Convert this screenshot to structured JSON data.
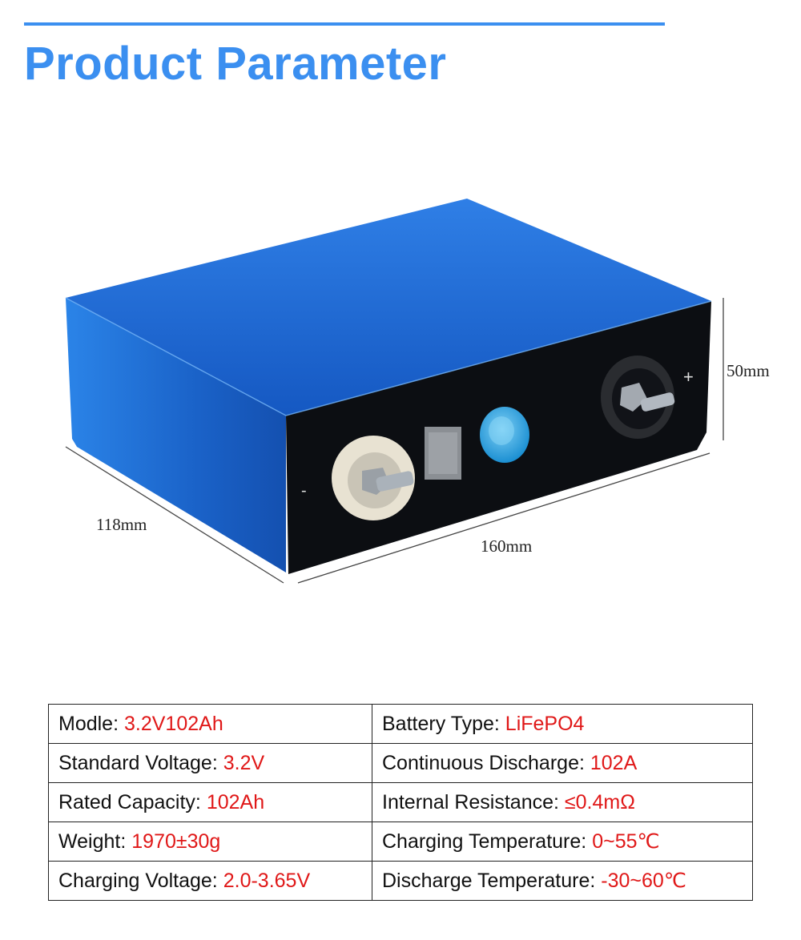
{
  "header": {
    "title": "Product Parameter",
    "accent_color": "#3b8ff0"
  },
  "illustration": {
    "subject": "prismatic LiFePO4 battery cell",
    "dimensions": {
      "length": "160mm",
      "width": "118mm",
      "height": "50mm"
    },
    "terminal_labels": {
      "negative": "-",
      "positive": "+"
    },
    "colors": {
      "body": "#1a5fc4",
      "face": "#0c0e12",
      "vent": "#26a2e0"
    }
  },
  "specs": {
    "value_color": "#e01818",
    "rows": [
      [
        {
          "label": "Modle:",
          "value": "3.2V102Ah"
        },
        {
          "label": "Battery Type:",
          "value": "LiFePO4"
        }
      ],
      [
        {
          "label": "Standard Voltage:",
          "value": "3.2V"
        },
        {
          "label": "Continuous Discharge:",
          "value": "102A"
        }
      ],
      [
        {
          "label": "Rated Capacity:",
          "value": "102Ah"
        },
        {
          "label": "Internal Resistance:",
          "value": "≤0.4mΩ"
        }
      ],
      [
        {
          "label": "Weight:",
          "value": "1970±30g"
        },
        {
          "label": "Charging Temperature:",
          "value": "0~55℃"
        }
      ],
      [
        {
          "label": "Charging Voltage:",
          "value": "2.0-3.65V"
        },
        {
          "label": "Discharge Temperature:",
          "value": "-30~60℃"
        }
      ]
    ]
  }
}
